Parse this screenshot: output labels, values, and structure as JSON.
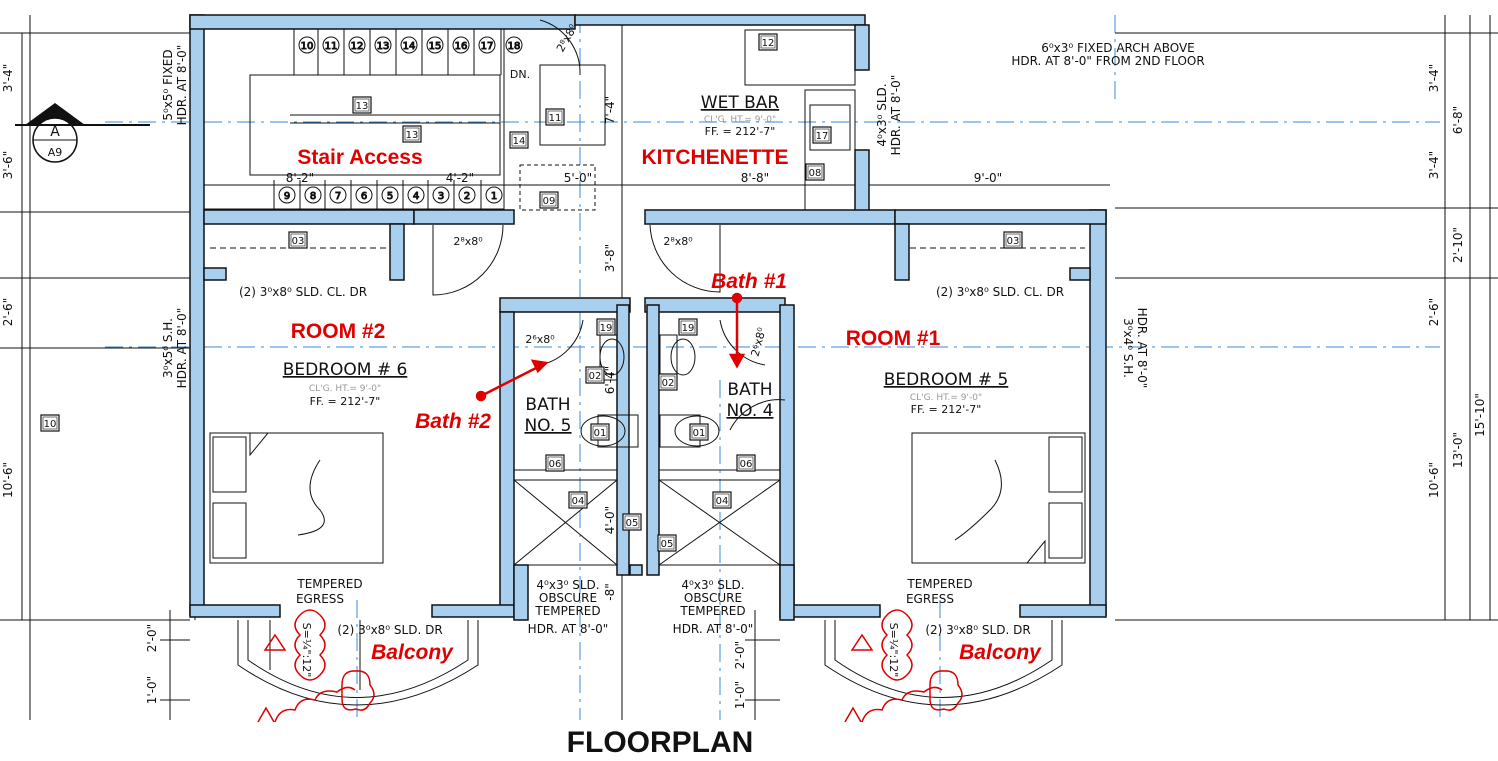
{
  "caption": "FLOORPLAN",
  "colors": {
    "wall_fill": "#a9cfee",
    "wall_stroke": "#111111",
    "annotation": "#e00000",
    "centerline": "#3b8ad6"
  },
  "labels": {
    "stair_access": "Stair Access",
    "kitchenette": "KITCHENETTE",
    "room2": "ROOM #2",
    "room1": "ROOM #1",
    "bath1": "Bath #1",
    "bath2": "Bath #2",
    "balcony_left": "Balcony",
    "balcony_right": "Balcony"
  },
  "rooms": {
    "wet_bar": "WET BAR",
    "wet_bar_clg": "CL'G. HT.= 9'-0\"",
    "wet_bar_ff": "FF. = 212'-7\"",
    "bedroom6": "BEDROOM # 6",
    "bedroom6_clg": "CL'G. HT.= 9'-0\"",
    "bedroom6_ff": "FF. = 212'-7\"",
    "bedroom5": "BEDROOM # 5",
    "bedroom5_clg": "CL'G. HT.= 9'-0\"",
    "bedroom5_ff": "FF. = 212'-7\"",
    "bath5_a": "BATH",
    "bath5_b": "NO. 5",
    "bath4_a": "BATH",
    "bath4_b": "NO. 4"
  },
  "notes": {
    "arch_a": "6⁰x3⁰ FIXED ARCH ABOVE",
    "arch_b": "HDR. AT 8'-0\" FROM 2ND FLOOR",
    "fixed_a": "5⁰x5⁰ FIXED",
    "fixed_b": "HDR. AT 8'-0\"",
    "sld_a": "4⁰x3⁰ SLD.",
    "sld_b": "HDR. AT 8'-0\"",
    "cl_dr_left": "(2) 3⁰x8⁰ SLD. CL. DR",
    "cl_dr_right": "(2) 3⁰x8⁰ SLD. CL. DR",
    "sh_left_a": "3⁰x5⁰ S.H.",
    "sh_left_b": "HDR. AT 8'-0\"",
    "sh_right_a": "3⁰x4⁰ S.H.",
    "sh_right_b": "HDR. AT 8'-0\"",
    "tempered_left": "TEMPERED",
    "egress_left": "EGRESS",
    "tempered_right": "TEMPERED",
    "egress_right": "EGRESS",
    "sld_dr_left": "(2) 3⁰x8⁰ SLD. DR",
    "sld_dr_right": "(2) 3⁰x8⁰ SLD. DR",
    "obs_l_a": "4⁰x3⁰ SLD.",
    "obs_l_b": "OBSCURE",
    "obs_l_c": "TEMPERED",
    "obs_l_d": "HDR. AT 8'-0\"",
    "obs_r_a": "4⁰x3⁰ SLD.",
    "obs_r_b": "OBSCURE",
    "obs_r_c": "TEMPERED",
    "obs_r_d": "HDR. AT 8'-0\"",
    "dn": "DN.",
    "door_top": "2⁸x8⁰",
    "door_stair": "2⁸x8⁰",
    "door_kitch": "2⁸x8⁰",
    "door_bath5": "2⁶x8⁰",
    "door_bath4": "2⁶x8⁰",
    "scale_left": "S=¼\":12\"",
    "scale_right": "S=¼\":12\"",
    "section_letter": "A",
    "section_sheet": "A9"
  },
  "dimensions": {
    "d_8_2": "8'-2\"",
    "d_4_2": "4'-2\"",
    "d_5_0": "5'-0\"",
    "d_8_8": "8'-8\"",
    "d_9_0": "9'-0\"",
    "d_7_4": "7'-4\"",
    "d_3_8": "3'-8\"",
    "d_6_4": "6'-4\"",
    "d_4_0": "4'-0\"",
    "d_8b": "-8\"",
    "d_3_4_l": "3'-4\"",
    "d_3_6_l": "3'-6\"",
    "d_2_6_l": "2'-6\"",
    "d_10_6_l": "10'-6\"",
    "d_2_0_l": "2'-0\"",
    "d_1_0_l": "1'-0\"",
    "d_2_0_m": "2'-0\"",
    "d_1_0_m": "1'-0\"",
    "d_3_4_r": "3'-4\"",
    "d_3_4_r2": "3'-4\"",
    "d_6_8_r": "6'-8\"",
    "d_2_10_r": "2'-10\"",
    "d_2_6_r": "2'-6\"",
    "d_10_6_r": "10'-6\"",
    "d_13_0_r": "13'-0\"",
    "d_15_10_r": "15'-10\""
  },
  "tags": {
    "t12": "12",
    "t11": "11",
    "t13a": "13",
    "t13b": "13",
    "t14": "14",
    "t17": "17",
    "t08": "08",
    "t09": "09",
    "t03a": "03",
    "t03b": "03",
    "t19a": "19",
    "t19b": "19",
    "t02a": "02",
    "t02b": "02",
    "t01a": "01",
    "t01b": "01",
    "t06a": "06",
    "t06b": "06",
    "t04a": "04",
    "t04b": "04",
    "t05a": "05",
    "t05b": "05",
    "t10": "10",
    "stairs_up": [
      "10",
      "11",
      "12",
      "13",
      "14",
      "15",
      "16",
      "17",
      "18"
    ],
    "stairs_down": [
      "9",
      "8",
      "7",
      "6",
      "5",
      "4",
      "3",
      "2",
      "1"
    ]
  }
}
